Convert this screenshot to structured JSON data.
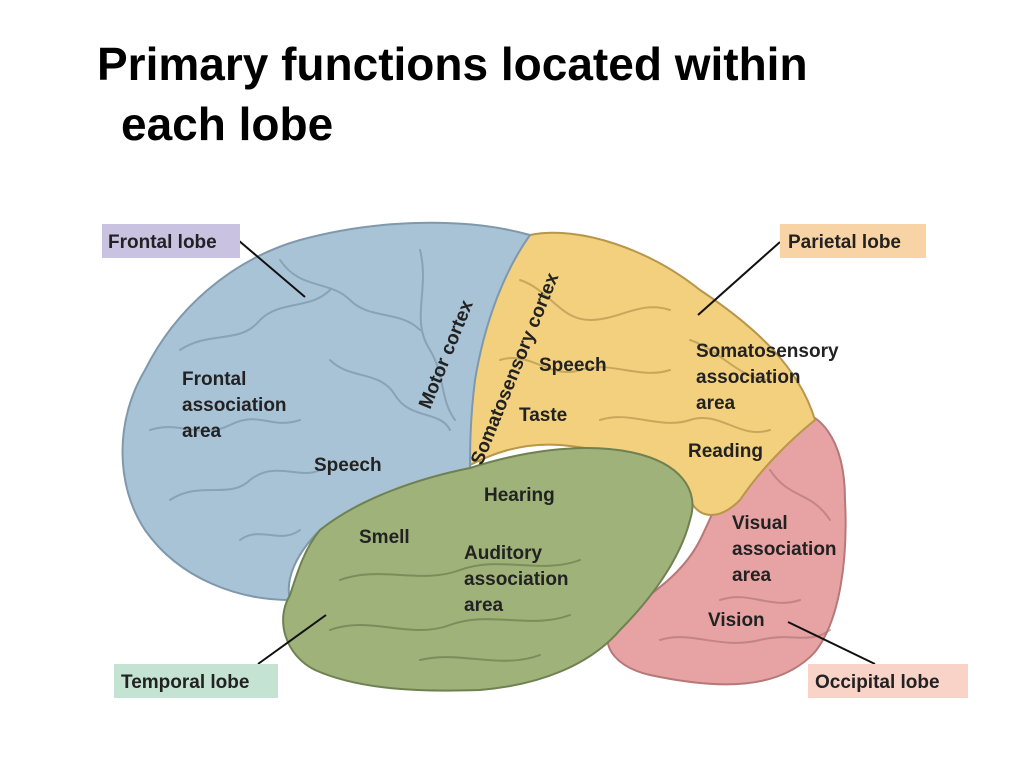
{
  "title": {
    "line1": "Primary functions located within",
    "line2": "each lobe"
  },
  "lobe_labels": {
    "frontal": "Frontal lobe",
    "parietal": "Parietal lobe",
    "temporal": "Temporal lobe",
    "occipital": "Occipital lobe"
  },
  "region_labels": {
    "frontal_association": [
      "Frontal",
      "association",
      "area"
    ],
    "speech_frontal": "Speech",
    "motor_cortex": "Motor cortex",
    "somatosensory_cortex": "Somatosensory cortex",
    "speech_parietal": "Speech",
    "taste": "Taste",
    "somatosensory_association": [
      "Somatosensory",
      "association",
      "area"
    ],
    "reading": "Reading",
    "hearing": "Hearing",
    "smell": "Smell",
    "auditory_association": [
      "Auditory",
      "association",
      "area"
    ],
    "visual_association": [
      "Visual",
      "association",
      "area"
    ],
    "vision": "Vision"
  },
  "colors": {
    "frontal": "#a9c3d6",
    "parietal": "#f2d07e",
    "temporal": "#9fb27a",
    "occipital": "#e7a3a3",
    "frontal_tag": "#c9c2e0",
    "parietal_tag": "#f7d3a6",
    "temporal_tag": "#c5e3d3",
    "occipital_tag": "#f9d2c8"
  }
}
